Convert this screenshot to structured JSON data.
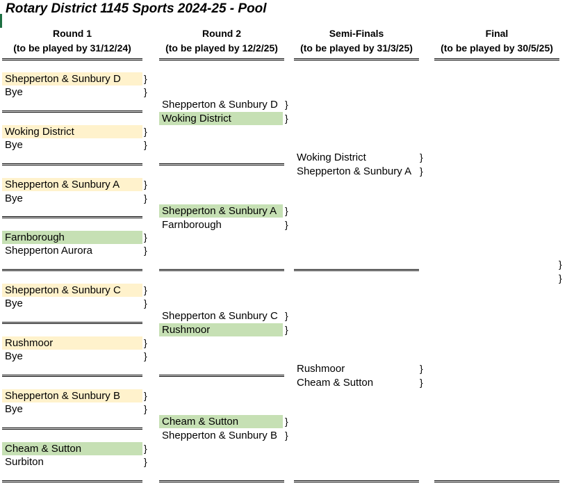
{
  "sheet": {
    "title": "Rotary District 1145 Sports 2024-25 - Pool"
  },
  "colors": {
    "host_highlight": "#fff2cc",
    "winner_highlight": "#c6e0b4"
  },
  "brace": "}",
  "headers": [
    {
      "name": "Round 1",
      "deadline": "(to be played by 31/12/24)"
    },
    {
      "name": "Round 2",
      "deadline": "(to be played by 12/2/25)"
    },
    {
      "name": "Semi-Finals",
      "deadline": "(to be played by 31/3/25)"
    },
    {
      "name": "Final",
      "deadline": "(to be played by 30/5/25)"
    }
  ],
  "round1": [
    {
      "home": "Shepperton & Sunbury D",
      "away": "Bye",
      "highlight": "home-host"
    },
    {
      "home": "Woking District",
      "away": "Bye",
      "highlight": "home-host"
    },
    {
      "home": "Shepperton & Sunbury A",
      "away": "Bye",
      "highlight": "home-host"
    },
    {
      "home": "Farnborough",
      "away": "Shepperton Aurora",
      "highlight": "home-win"
    },
    {
      "home": "Shepperton & Sunbury C",
      "away": "Bye",
      "highlight": "home-host"
    },
    {
      "home": "Rushmoor",
      "away": "Bye",
      "highlight": "home-host"
    },
    {
      "home": "Shepperton & Sunbury B",
      "away": "Bye",
      "highlight": "home-host"
    },
    {
      "home": "Cheam & Sutton",
      "away": "Surbiton",
      "highlight": "home-win"
    }
  ],
  "round2": [
    {
      "home": "Shepperton & Sunbury D",
      "away": "Woking District",
      "winner": "away"
    },
    {
      "home": "Shepperton & Sunbury A",
      "away": "Farnborough",
      "winner": "home"
    },
    {
      "home": "Shepperton & Sunbury C",
      "away": "Rushmoor",
      "winner": "away"
    },
    {
      "home": "Cheam & Sutton",
      "away": "Shepperton & Sunbury B",
      "winner": "home"
    }
  ],
  "semifinals": [
    {
      "home": "Woking District",
      "away": "Shepperton & Sunbury A"
    },
    {
      "home": "Rushmoor",
      "away": "Cheam & Sutton"
    }
  ]
}
